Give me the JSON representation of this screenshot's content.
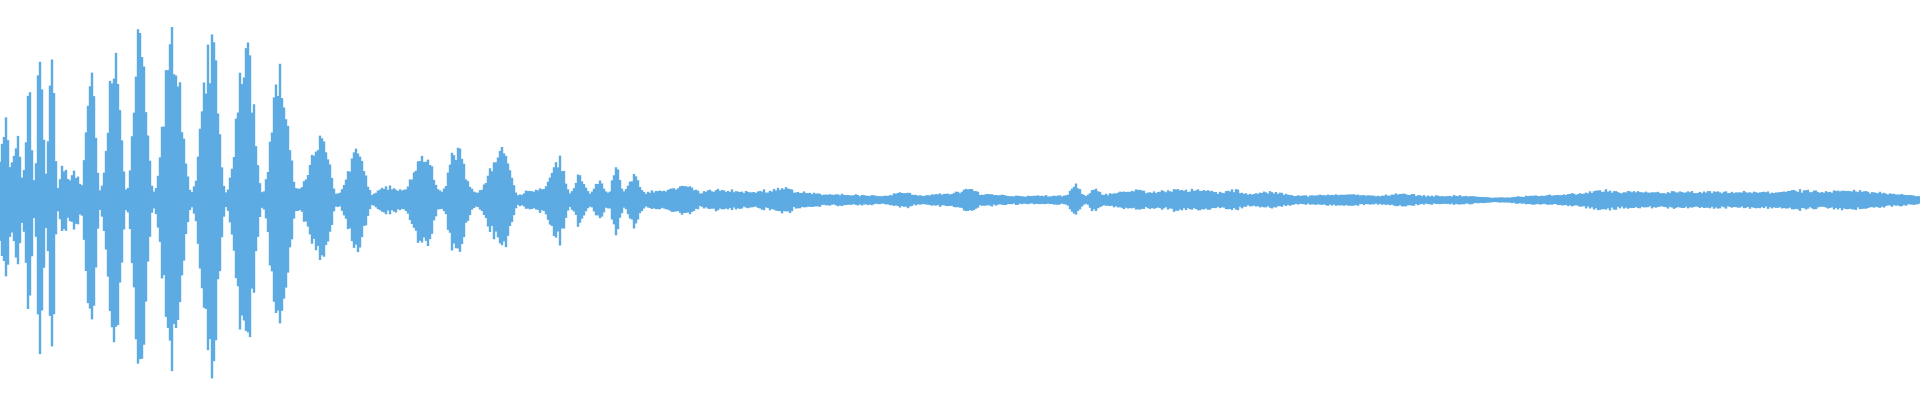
{
  "waveform": {
    "color": "#5dabe2",
    "background": "#ffffff",
    "envelope_points": [
      [
        0.0,
        0.22
      ],
      [
        0.003,
        0.42
      ],
      [
        0.006,
        0.18
      ],
      [
        0.009,
        0.35
      ],
      [
        0.012,
        0.12
      ],
      [
        0.015,
        0.6
      ],
      [
        0.018,
        0.1
      ],
      [
        0.021,
        0.95
      ],
      [
        0.024,
        0.15
      ],
      [
        0.027,
        0.82
      ],
      [
        0.03,
        0.06
      ],
      [
        0.033,
        0.18
      ],
      [
        0.036,
        0.12
      ],
      [
        0.039,
        0.16
      ],
      [
        0.042,
        0.08
      ],
      [
        0.048,
        0.76
      ],
      [
        0.052,
        0.05
      ],
      [
        0.06,
        0.83
      ],
      [
        0.066,
        0.05
      ],
      [
        0.073,
        0.92
      ],
      [
        0.08,
        0.04
      ],
      [
        0.09,
        0.87
      ],
      [
        0.1,
        0.04
      ],
      [
        0.11,
        0.88
      ],
      [
        0.118,
        0.04
      ],
      [
        0.128,
        0.89
      ],
      [
        0.137,
        0.04
      ],
      [
        0.145,
        0.7
      ],
      [
        0.155,
        0.06
      ],
      [
        0.168,
        0.33
      ],
      [
        0.176,
        0.03
      ],
      [
        0.186,
        0.27
      ],
      [
        0.194,
        0.03
      ],
      [
        0.2,
        0.07
      ],
      [
        0.21,
        0.05
      ],
      [
        0.221,
        0.25
      ],
      [
        0.23,
        0.04
      ],
      [
        0.237,
        0.28
      ],
      [
        0.248,
        0.04
      ],
      [
        0.262,
        0.27
      ],
      [
        0.27,
        0.03
      ],
      [
        0.276,
        0.05
      ],
      [
        0.282,
        0.06
      ],
      [
        0.291,
        0.22
      ],
      [
        0.297,
        0.04
      ],
      [
        0.302,
        0.14
      ],
      [
        0.307,
        0.04
      ],
      [
        0.312,
        0.09
      ],
      [
        0.317,
        0.04
      ],
      [
        0.321,
        0.18
      ],
      [
        0.325,
        0.04
      ],
      [
        0.33,
        0.14
      ],
      [
        0.336,
        0.04
      ],
      [
        0.345,
        0.05
      ],
      [
        0.355,
        0.07
      ],
      [
        0.36,
        0.07
      ],
      [
        0.365,
        0.04
      ],
      [
        0.37,
        0.05
      ],
      [
        0.38,
        0.05
      ],
      [
        0.39,
        0.04
      ],
      [
        0.4,
        0.05
      ],
      [
        0.41,
        0.07
      ],
      [
        0.415,
        0.04
      ],
      [
        0.43,
        0.03
      ],
      [
        0.46,
        0.02
      ],
      [
        0.47,
        0.04
      ],
      [
        0.48,
        0.02
      ],
      [
        0.49,
        0.03
      ],
      [
        0.5,
        0.04
      ],
      [
        0.505,
        0.06
      ],
      [
        0.512,
        0.03
      ],
      [
        0.53,
        0.02
      ],
      [
        0.555,
        0.02
      ],
      [
        0.56,
        0.08
      ],
      [
        0.565,
        0.02
      ],
      [
        0.57,
        0.06
      ],
      [
        0.575,
        0.03
      ],
      [
        0.585,
        0.04
      ],
      [
        0.592,
        0.05
      ],
      [
        0.6,
        0.04
      ],
      [
        0.607,
        0.05
      ],
      [
        0.614,
        0.06
      ],
      [
        0.621,
        0.05
      ],
      [
        0.627,
        0.05
      ],
      [
        0.635,
        0.04
      ],
      [
        0.643,
        0.05
      ],
      [
        0.65,
        0.03
      ],
      [
        0.66,
        0.04
      ],
      [
        0.68,
        0.02
      ],
      [
        0.7,
        0.03
      ],
      [
        0.715,
        0.02
      ],
      [
        0.73,
        0.03
      ],
      [
        0.745,
        0.02
      ],
      [
        0.76,
        0.02
      ],
      [
        0.78,
        0.01
      ],
      [
        0.8,
        0.02
      ],
      [
        0.82,
        0.03
      ],
      [
        0.835,
        0.05
      ],
      [
        0.845,
        0.04
      ],
      [
        0.86,
        0.04
      ],
      [
        0.875,
        0.04
      ],
      [
        0.89,
        0.04
      ],
      [
        0.905,
        0.04
      ],
      [
        0.92,
        0.04
      ],
      [
        0.935,
        0.05
      ],
      [
        0.95,
        0.04
      ],
      [
        0.965,
        0.05
      ],
      [
        0.975,
        0.04
      ],
      [
        0.99,
        0.03
      ],
      [
        1.0,
        0.02
      ]
    ]
  }
}
